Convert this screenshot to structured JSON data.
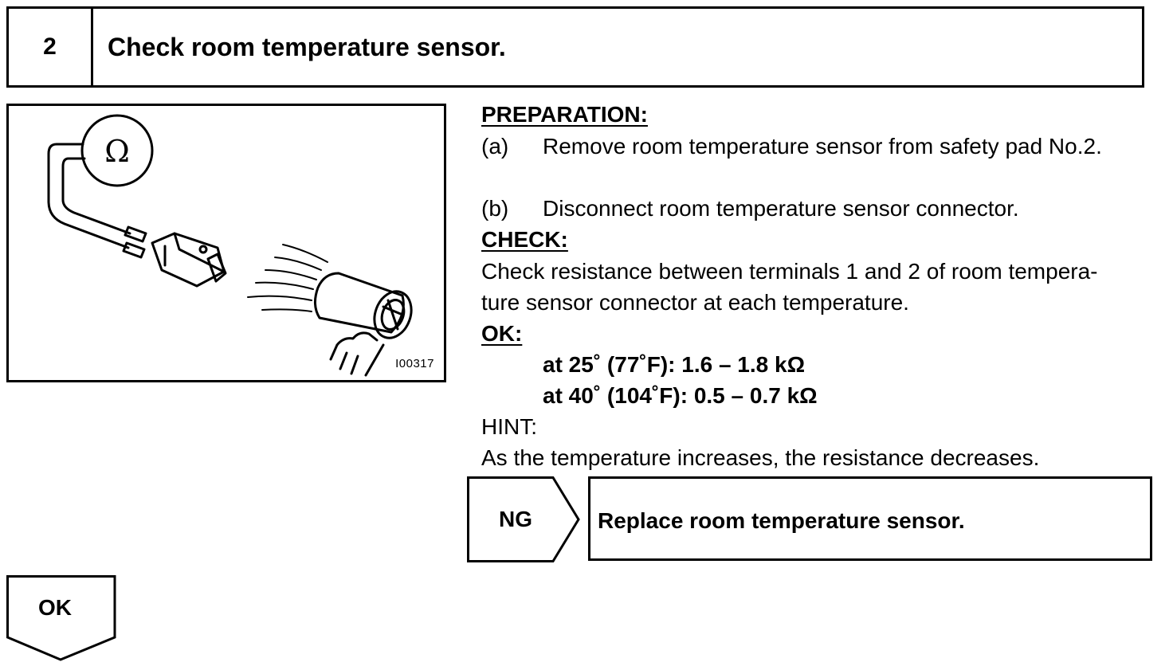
{
  "step": {
    "number": "2",
    "title": "Check room temperature sensor."
  },
  "figure": {
    "code": "I00317",
    "meter_symbol": "Ω",
    "icon": "ohmmeter-sensor-heat-gun-illustration"
  },
  "preparation": {
    "heading": "PREPARATION:",
    "steps": [
      {
        "label": "(a)",
        "text": "Remove room temperature sensor from safety pad No.2."
      },
      {
        "label": "(b)",
        "text": "Disconnect room temperature sensor connector."
      }
    ]
  },
  "check": {
    "heading": "CHECK:",
    "lines": [
      "Check resistance between terminals 1 and 2 of room tempera-",
      "ture sensor connector at each temperature."
    ]
  },
  "ok_spec": {
    "heading": "OK:",
    "values": [
      "at 25˚ (77˚F): 1.6 – 1.8 kΩ",
      "at 40˚ (104˚F): 0.5 – 0.7 kΩ"
    ]
  },
  "hint": {
    "heading": "HINT:",
    "text": "As the temperature increases, the resistance decreases."
  },
  "ng": {
    "label": "NG",
    "action": "Replace room temperature sensor."
  },
  "ok": {
    "label": "OK"
  }
}
